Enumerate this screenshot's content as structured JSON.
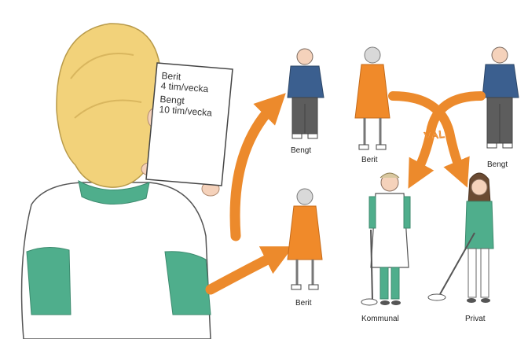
{
  "paper": {
    "line1": "Berit",
    "line2": "4 tim/vecka",
    "line3": "Bengt",
    "line4": "10 tim/vecka"
  },
  "labels": {
    "bengt_center": "Bengt",
    "berit_center": "Berit",
    "berit_top": "Berit",
    "bengt_right": "Bengt",
    "val": "VAL",
    "kommunal": "Kommunal",
    "privat": "Privat"
  },
  "colors": {
    "arrow": "#ec8a2c",
    "hair": "#f2d27a",
    "scrub": "#4fae8c",
    "orange_dress": "#f08a2a",
    "blue_shirt": "#3b5f8f",
    "grey_pants": "#5d5d5d"
  }
}
